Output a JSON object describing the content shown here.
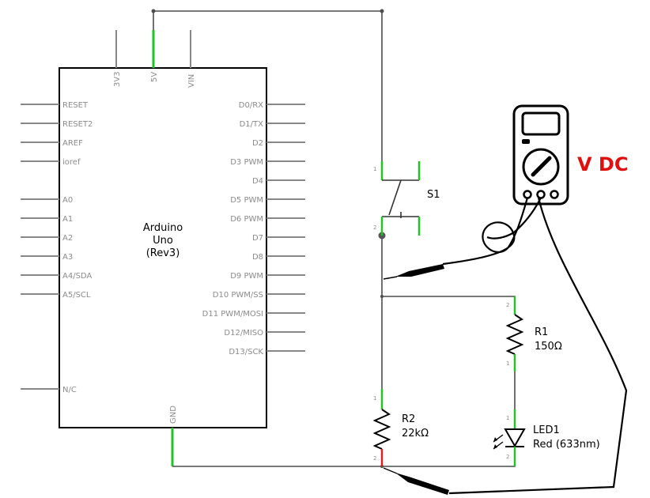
{
  "arduino": {
    "name": "Arduino",
    "model": "Uno",
    "rev": "(Rev3)",
    "top_pins": [
      "3V3",
      "5V",
      "VIN"
    ],
    "left_pins": [
      "RESET",
      "RESET2",
      "AREF",
      "ioref",
      "A0",
      "A1",
      "A2",
      "A3",
      "A4/SDA",
      "A5/SCL",
      "N/C"
    ],
    "right_pins": [
      "D0/RX",
      "D1/TX",
      "D2",
      "D3 PWM",
      "D4",
      "D5 PWM",
      "D6 PWM",
      "D7",
      "D8",
      "D9 PWM",
      "D10 PWM/SS",
      "D11 PWM/MOSI",
      "D12/MISO",
      "D13/SCK"
    ],
    "bottom_pin": "GND"
  },
  "switch": {
    "name": "S1",
    "pin1": "1",
    "pin2": "2"
  },
  "r1": {
    "name": "R1",
    "value": "150Ω",
    "pin1": "1",
    "pin2": "2"
  },
  "r2": {
    "name": "R2",
    "value": "22kΩ",
    "pin1": "1",
    "pin2": "2"
  },
  "led": {
    "name": "LED1",
    "value": "Red (633nm)",
    "pin1": "1",
    "pin2": "2"
  },
  "meter": {
    "mode_label": "V DC"
  },
  "colors": {
    "wire": "#4d4d4d",
    "pin_ok": "#22c322",
    "pin_bad": "#e02020",
    "accent": "#e01010",
    "pin_stub": "#888888"
  }
}
